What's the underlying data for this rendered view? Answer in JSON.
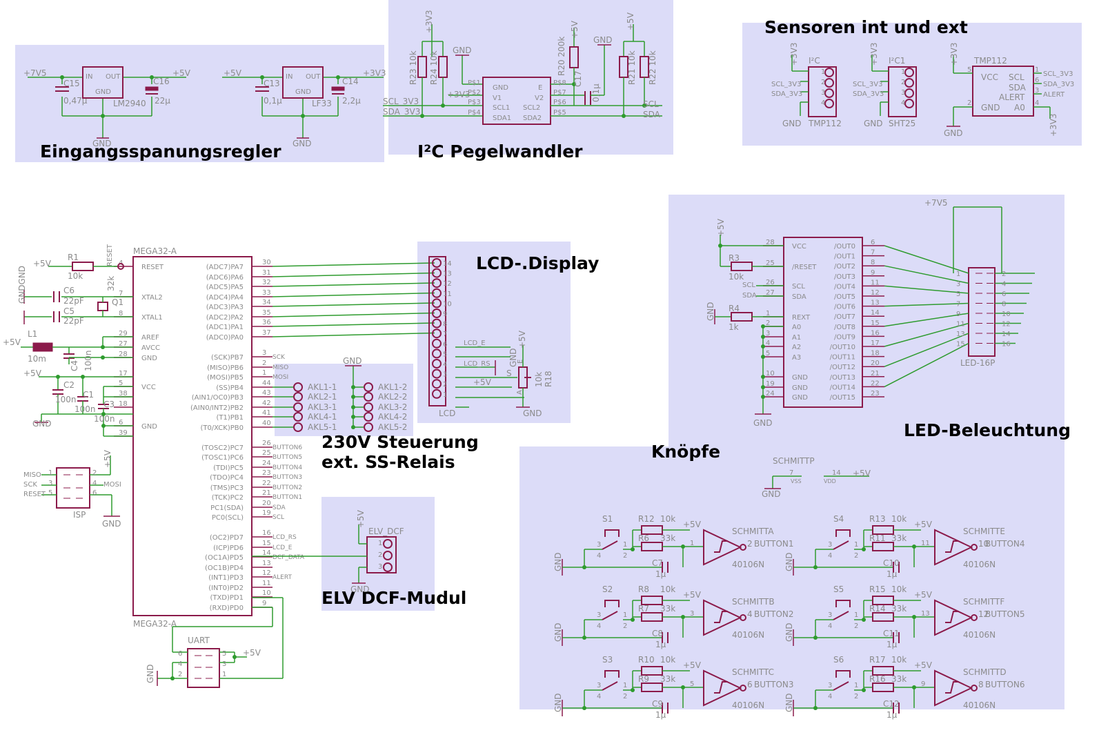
{
  "sections": {
    "input_regulator": "Eingangsspanungsregler",
    "level_shifter": "I²C Pegelwandler",
    "sensors": "Sensoren int und ext",
    "lcd": "LCD-.Display",
    "relay": [
      "230V Steuerung",
      "ext. SS-Relais"
    ],
    "dcf": "ELV DCF-Mudul",
    "led": "LED-Beleuchtung",
    "buttons": "Knöpfe"
  },
  "regulators": [
    {
      "in_net": "+7V5",
      "out_net": "+5V",
      "ic": "LM2940",
      "cin": "C15",
      "cin_val": "0,47µ",
      "cout": "C16",
      "cout_val": "22µ",
      "gnd": "GND",
      "in_pin": "IN",
      "out_pin": "OUT",
      "gnd_pin": "GND"
    },
    {
      "in_net": "+5V",
      "out_net": "+3V3",
      "ic": "LF33",
      "cin": "C13",
      "cin_val": "0,1µ",
      "cout": "C14",
      "cout_val": "2,2µ",
      "gnd": "GND",
      "in_pin": "IN",
      "out_pin": "OUT",
      "gnd_pin": "GND"
    }
  ],
  "level_shifter": {
    "r23": "R23 10k",
    "r24": "R24 10k",
    "r20": "R20 200k",
    "r21": "R21 10k",
    "r22": "R22 10k",
    "c17": "C17",
    "c17_val": "0,1µ",
    "left_pins": [
      "P$1",
      "P$2",
      "P$3",
      "P$4"
    ],
    "right_pins": [
      "P$8",
      "P$7",
      "P$6",
      "P$5"
    ],
    "ic_left": [
      "GND",
      "V1",
      "SCL1",
      "SDA1"
    ],
    "ic_right": [
      "E",
      "V2",
      "SCL2",
      "SDA2"
    ],
    "nets": {
      "p3v3": "+3V3",
      "p5v": "+5V",
      "gnd": "GND",
      "scl3": "SCL_3V3",
      "sda3": "SDA_3V3",
      "scl": "SCL",
      "sda": "SDA"
    }
  },
  "sensors": {
    "con1": {
      "name": "I²C",
      "label": "TMP112",
      "gnd": "GND",
      "pins": [
        "1",
        "2",
        "3",
        "4"
      ],
      "scl": "SCL_3V3",
      "sda": "SDA_3V3",
      "pwr": "+3V3"
    },
    "con2": {
      "name": "I²C1",
      "label": "SHT25",
      "gnd": "GND",
      "pins": [
        "1",
        "2",
        "3",
        "4"
      ],
      "scl": "SCL_3V3",
      "sda": "SDA_3V3",
      "pwr": "+3V3"
    },
    "tmp": {
      "name": "TMP112",
      "pins": [
        "VCC",
        "GND",
        "SCL",
        "SDA",
        "ALERT",
        "A0"
      ],
      "nums": [
        "5",
        "2",
        "1",
        "6",
        "3",
        "4"
      ],
      "nets": [
        "SCL_3V3",
        "SDA_3V3",
        "ALERT"
      ],
      "pwr": "+3V3",
      "pwr2": "+3V3",
      "gnd": "GND"
    }
  },
  "mcu": {
    "name": "MEGA32-A",
    "left_pins": [
      {
        "num": "4",
        "name": "RESET"
      },
      {
        "num": "7",
        "name": "XTAL2"
      },
      {
        "num": "8",
        "name": "XTAL1"
      },
      {
        "num": "29",
        "name": "AREF"
      },
      {
        "num": "27",
        "name": "AVCC"
      },
      {
        "num": "28",
        "name": "GND"
      },
      {
        "num": "17",
        "name": ""
      },
      {
        "num": "5",
        "name": "VCC"
      },
      {
        "num": "38",
        "name": ""
      },
      {
        "num": "18",
        "name": ""
      },
      {
        "num": "6",
        "name": "GND"
      },
      {
        "num": "39",
        "name": ""
      }
    ],
    "right_pins": [
      {
        "num": "30",
        "name": "(ADC7)PA7"
      },
      {
        "num": "31",
        "name": "(ADC6)PA6"
      },
      {
        "num": "32",
        "name": "(ADC5)PA5"
      },
      {
        "num": "33",
        "name": "(ADC4)PA4"
      },
      {
        "num": "34",
        "name": "(ADC3)PA3"
      },
      {
        "num": "35",
        "name": "(ADC2)PA2"
      },
      {
        "num": "36",
        "name": "(ADC1)PA1"
      },
      {
        "num": "37",
        "name": "(ADC0)PA0"
      },
      {
        "num": "3",
        "name": "(SCK)PB7",
        "net": "SCK"
      },
      {
        "num": "2",
        "name": "(MISO)PB6",
        "net": "MISO"
      },
      {
        "num": "1",
        "name": "(MOSI)PB5",
        "net": "MOSI"
      },
      {
        "num": "44",
        "name": "(SS)PB4"
      },
      {
        "num": "43",
        "name": "(AIN1/OC0)PB3"
      },
      {
        "num": "42",
        "name": "(AIN0/INT2)PB2"
      },
      {
        "num": "41",
        "name": "(T1)PB1"
      },
      {
        "num": "40",
        "name": "(T0/XCK)PB0"
      },
      {
        "num": "26",
        "name": "(TOSC2)PC7",
        "net": "BUTTON6"
      },
      {
        "num": "25",
        "name": "(TOSC1)PC6",
        "net": "BUTTON5"
      },
      {
        "num": "24",
        "name": "(TDI)PC5",
        "net": "BUTTON4"
      },
      {
        "num": "23",
        "name": "(TDO)PC4",
        "net": "BUTTON3"
      },
      {
        "num": "22",
        "name": "(TMS)PC3",
        "net": "BUTTON2"
      },
      {
        "num": "21",
        "name": "(TCK)PC2",
        "net": "BUTTON1"
      },
      {
        "num": "20",
        "name": "PC1(SDA)",
        "net": "SDA"
      },
      {
        "num": "19",
        "name": "PC0(SCL)",
        "net": "SCL"
      },
      {
        "num": "16",
        "name": "(OC2)PD7",
        "net": "LCD_RS"
      },
      {
        "num": "15",
        "name": "(ICP)PD6",
        "net": "LCD_E"
      },
      {
        "num": "14",
        "name": "(OC1A)PD5",
        "net": "DCF_DATA"
      },
      {
        "num": "13",
        "name": "(OC1B)PD4"
      },
      {
        "num": "12",
        "name": "(INT1)PD3",
        "net": "ALERT"
      },
      {
        "num": "11",
        "name": "(INT0)PD2"
      },
      {
        "num": "10",
        "name": "(TXD)PD1"
      },
      {
        "num": "9",
        "name": "(RXD)PD0"
      }
    ],
    "parts": {
      "r1": "R1",
      "r1_val": "10k",
      "reset_net": "RESET",
      "p5v": "+5V",
      "c6": "C6",
      "c6_val": "22pF",
      "c5": "C5",
      "c5_val": "22pF",
      "q1": "Q1",
      "q1_val": "32k",
      "l1": "L1",
      "l1_val": "10m",
      "c4": "C4",
      "c4_val": "100n",
      "c2": "C2",
      "c2_val": "100n",
      "c1": "C1",
      "c1_val": "100n",
      "c3": "C3",
      "c3_val": "100n",
      "gnd": "GND",
      "gndgnd": "GNDGND"
    },
    "isp": {
      "name": "ISP",
      "pins": [
        "1",
        "2",
        "3",
        "4",
        "5",
        "6"
      ],
      "nets": [
        "MISO",
        "SCK",
        "RESET",
        "MOSI"
      ],
      "pwr": "+5V",
      "gnd": "GND"
    },
    "uart": {
      "name": "UART",
      "pins": [
        "6",
        "5",
        "4",
        "3",
        "2",
        "1"
      ],
      "pwr": "+5V",
      "gnd": "GND"
    }
  },
  "relays": {
    "left": [
      "AKL1-1",
      "AKL2-1",
      "AKL3-1",
      "AKL4-1",
      "AKL5-1"
    ],
    "right": [
      "AKL1-2",
      "AKL2-2",
      "AKL3-2",
      "AKL4-2",
      "AKL5-2"
    ],
    "gnd": "GND"
  },
  "lcd": {
    "name": "LCD",
    "pins": [
      "14",
      "13",
      "12",
      "11",
      "10",
      "9",
      "8",
      "7",
      "6",
      "5",
      "4",
      "3",
      "2",
      "1"
    ],
    "nets": {
      "e": "LCD_E",
      "rs": "LCD_RS",
      "p5v": "+5V",
      "gnd": "GND",
      "gnd2": "GND"
    },
    "pot": {
      "name": "R18",
      "val": "10k",
      "e": "E",
      "s": "S",
      "a": "A"
    }
  },
  "dcf": {
    "name": "ELV_DCF",
    "pins": [
      "1",
      "2",
      "3"
    ],
    "pwr": "+5V",
    "gnd": "GND"
  },
  "led": {
    "ic_left": [
      {
        "num": "28",
        "name": "VCC"
      },
      {
        "num": "25",
        "name": "/RESET"
      },
      {
        "num": "26",
        "name": "SCL"
      },
      {
        "num": "27",
        "name": "SDA"
      },
      {
        "num": "1",
        "name": "REXT"
      },
      {
        "num": "2",
        "name": "A0"
      },
      {
        "num": "3",
        "name": "A1"
      },
      {
        "num": "4",
        "name": "A2"
      },
      {
        "num": "5",
        "name": "A3"
      },
      {
        "num": "10",
        "name": "GND"
      },
      {
        "num": "19",
        "name": "GND"
      },
      {
        "num": "24",
        "name": "GND"
      }
    ],
    "ic_right": [
      {
        "num": "6",
        "name": "/OUT0"
      },
      {
        "num": "7",
        "name": "/OUT1"
      },
      {
        "num": "8",
        "name": "/OUT2"
      },
      {
        "num": "9",
        "name": "/OUT3"
      },
      {
        "num": "11",
        "name": "/OUT4"
      },
      {
        "num": "12",
        "name": "/OUT5"
      },
      {
        "num": "13",
        "name": "/OUT6"
      },
      {
        "num": "14",
        "name": "/OUT7"
      },
      {
        "num": "15",
        "name": "/OUT8"
      },
      {
        "num": "16",
        "name": "/OUT9"
      },
      {
        "num": "17",
        "name": "/OUT10"
      },
      {
        "num": "18",
        "name": "/OUT11"
      },
      {
        "num": "20",
        "name": "/OUT12"
      },
      {
        "num": "21",
        "name": "/OUT13"
      },
      {
        "num": "22",
        "name": "/OUT14"
      },
      {
        "num": "23",
        "name": "/OUT15"
      }
    ],
    "r3": "R3",
    "r3_val": "10k",
    "r4": "R4",
    "r4_val": "1k",
    "scl": "SCL",
    "sda": "SDA",
    "p5v": "+5V",
    "p7v5": "+7V5",
    "gnd": "GND",
    "conn": "LED-16P",
    "conn_left": [
      "1",
      "3",
      "5",
      "7",
      "9",
      "11",
      "13",
      "15"
    ],
    "conn_right": [
      "2",
      "4",
      "6",
      "8",
      "10",
      "12",
      "14",
      "16"
    ]
  },
  "buttons": {
    "power": {
      "name": "SCHMITTP",
      "vss_pin": "7",
      "vss": "VSS",
      "vdd_pin": "14",
      "vdd": "VDD",
      "gnd": "GND",
      "p5v": "+5V"
    },
    "cells": [
      {
        "s": "S1",
        "ra": "R12",
        "ra_val": "10k",
        "rb": "R6",
        "rb_val": "33k",
        "c": "C7",
        "c_val": "1µ",
        "gate": "SCHMITTA",
        "in_pin": "1",
        "out_pin": "2",
        "net": "BUTTON1",
        "ic": "40106N"
      },
      {
        "s": "S4",
        "ra": "R13",
        "ra_val": "10k",
        "rb": "R11",
        "rb_val": "33k",
        "c": "C10",
        "c_val": "1µ",
        "gate": "SCHMITTE",
        "in_pin": "11",
        "out_pin": "10",
        "net": "BUTTON4",
        "ic": "40106N"
      },
      {
        "s": "S2",
        "ra": "R8",
        "ra_val": "10k",
        "rb": "R7",
        "rb_val": "33k",
        "c": "C8",
        "c_val": "1µ",
        "gate": "SCHMITTB",
        "in_pin": "3",
        "out_pin": "4",
        "net": "BUTTON2",
        "ic": "40106N"
      },
      {
        "s": "S5",
        "ra": "R15",
        "ra_val": "10k",
        "rb": "R14",
        "rb_val": "33k",
        "c": "C11",
        "c_val": "1µ",
        "gate": "SCHMITTF",
        "in_pin": "13",
        "out_pin": "12",
        "net": "BUTTON5",
        "ic": "40106N"
      },
      {
        "s": "S3",
        "ra": "R10",
        "ra_val": "10k",
        "rb": "R9",
        "rb_val": "33k",
        "c": "C9",
        "c_val": "1µ",
        "gate": "SCHMITTC",
        "in_pin": "5",
        "out_pin": "6",
        "net": "BUTTON3",
        "ic": "40106N"
      },
      {
        "s": "S6",
        "ra": "R17",
        "ra_val": "10k",
        "rb": "R16",
        "rb_val": "33k",
        "c": "C12",
        "c_val": "1µ",
        "gate": "SCHMITTD",
        "in_pin": "9",
        "out_pin": "8",
        "net": "BUTTON6",
        "ic": "40106N"
      }
    ],
    "p5v": "+5V",
    "gnd": "GND",
    "sw_pins": [
      "3",
      "4",
      "1",
      "2"
    ]
  },
  "colors": {
    "section_bg": "#dcdcf8",
    "symbol": "#8b1a4a",
    "wire": "#2e9b2e",
    "text": "#8b8b8b"
  }
}
